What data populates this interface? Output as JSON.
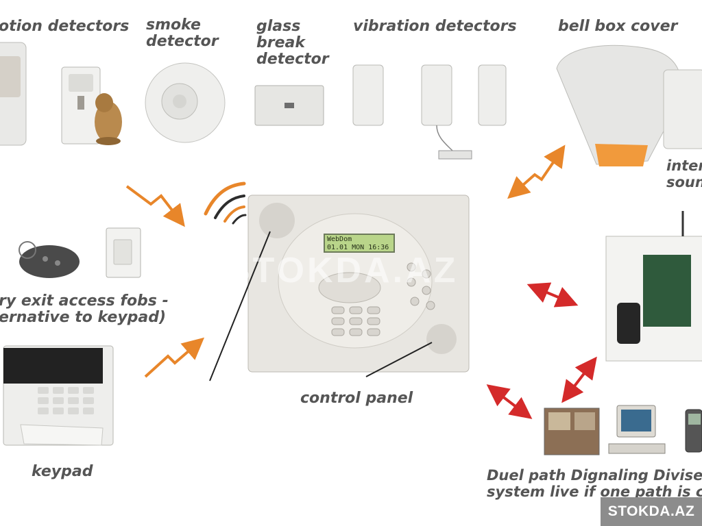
{
  "labels": {
    "motion": "otion detectors",
    "smoke_1": "smoke",
    "smoke_2": "detector",
    "glass_1": "glass",
    "glass_2": "break",
    "glass_3": "detector",
    "vibration": "vibration detectors",
    "bell": "bell box cover",
    "internal_1": "inter",
    "internal_2": "soun",
    "fobs_1": "ry exit access fobs -",
    "fobs_2": "ernative to keypad)",
    "control": "control panel",
    "keypad": "keypad",
    "dual_1": "Duel path Dignaling Divise",
    "dual_2": "system live if one path is c"
  },
  "lcd": {
    "line1": "WebDom",
    "line2": "01.01  MON 16:36"
  },
  "watermark": "STOKDA.AZ",
  "badge": "STOKDA.AZ",
  "colors": {
    "label_text": "#555555",
    "arrow_orange": "#e8862a",
    "arrow_red": "#d42a2a",
    "panel": "#e8e6e1",
    "badge": "#8c8c8c"
  }
}
